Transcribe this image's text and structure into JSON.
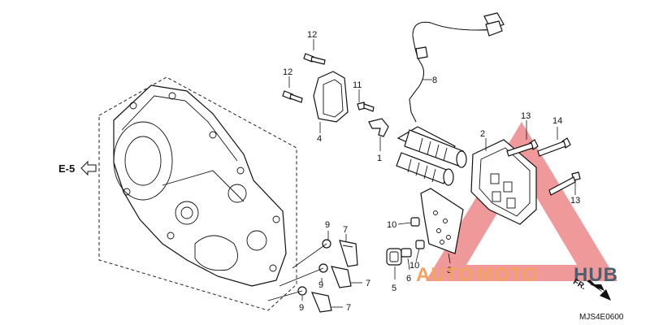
{
  "callouts": {
    "c12a": "12",
    "c12b": "12",
    "c11": "11",
    "c4": "4",
    "c1": "1",
    "c8": "8",
    "c2": "2",
    "c13a": "13",
    "c14": "14",
    "c13b": "13",
    "c9a": "9",
    "c7a": "7",
    "c9b": "9",
    "c7b": "7",
    "c9c": "9",
    "c7c": "7",
    "c10a": "10",
    "c10b": "10",
    "c5": "5",
    "c6": "6",
    "c3": "3"
  },
  "reference": "E-5",
  "direction_label": "FR.",
  "diagram_code": "MJS4E0600",
  "watermark": {
    "part1": "AUTO",
    "part2": "MOTO",
    "part3": "HUB"
  },
  "colors": {
    "watermark_red": "#e4474b",
    "watermark_orange": "#f3a35f",
    "watermark_gray": "#4d5f6e"
  }
}
